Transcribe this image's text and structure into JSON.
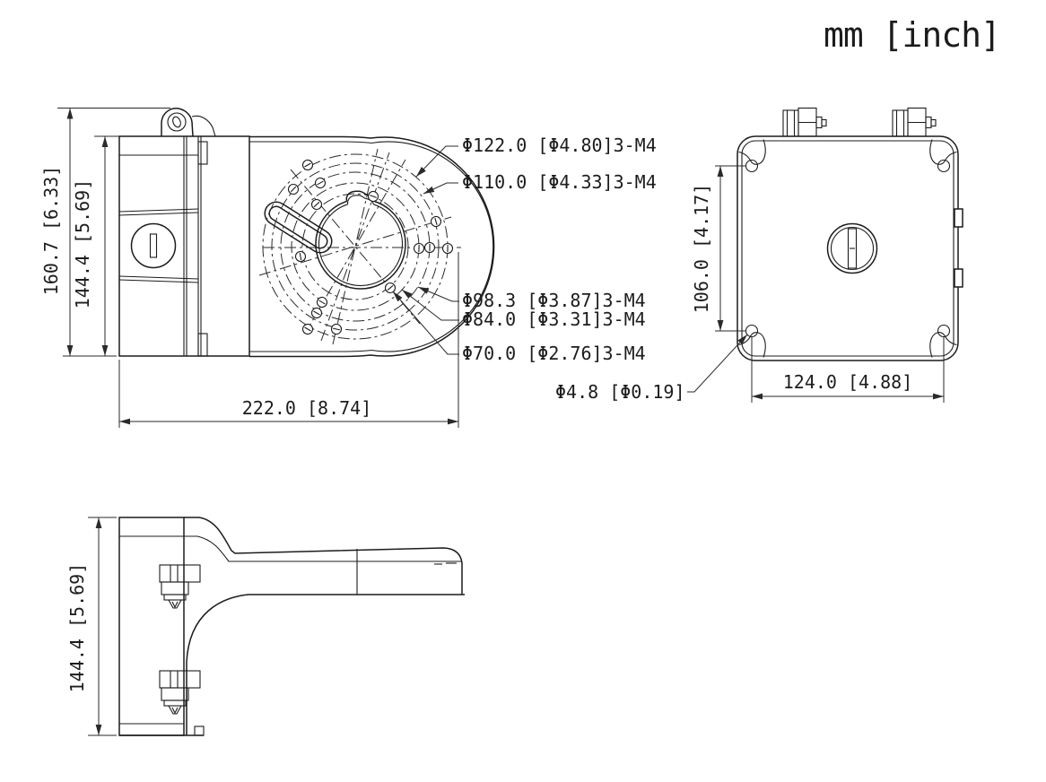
{
  "header": {
    "units": "mm [inch]"
  },
  "front_view": {
    "dim_height_total": "160.7 [6.33]",
    "dim_height_plate": "144.4 [5.69]",
    "dim_width": "222.0 [8.74]",
    "callouts": {
      "c122": "Φ122.0 [Φ4.80]3-M4",
      "c110": "Φ110.0 [Φ4.33]3-M4",
      "c98": "Φ98.3 [Φ3.87]3-M4",
      "c84": "Φ84.0 [Φ3.31]3-M4",
      "c70": "Φ70.0 [Φ2.76]3-M4"
    }
  },
  "back_view": {
    "dim_hole_spacing_v": "106.0 [4.17]",
    "dim_hole_spacing_h": "124.0 [4.88]",
    "dim_hole_diameter": "Φ4.8 [Φ0.19]"
  },
  "side_view": {
    "dim_height": "144.4 [5.69]"
  },
  "colors": {
    "line": "#1c1c1c",
    "background": "#ffffff"
  }
}
